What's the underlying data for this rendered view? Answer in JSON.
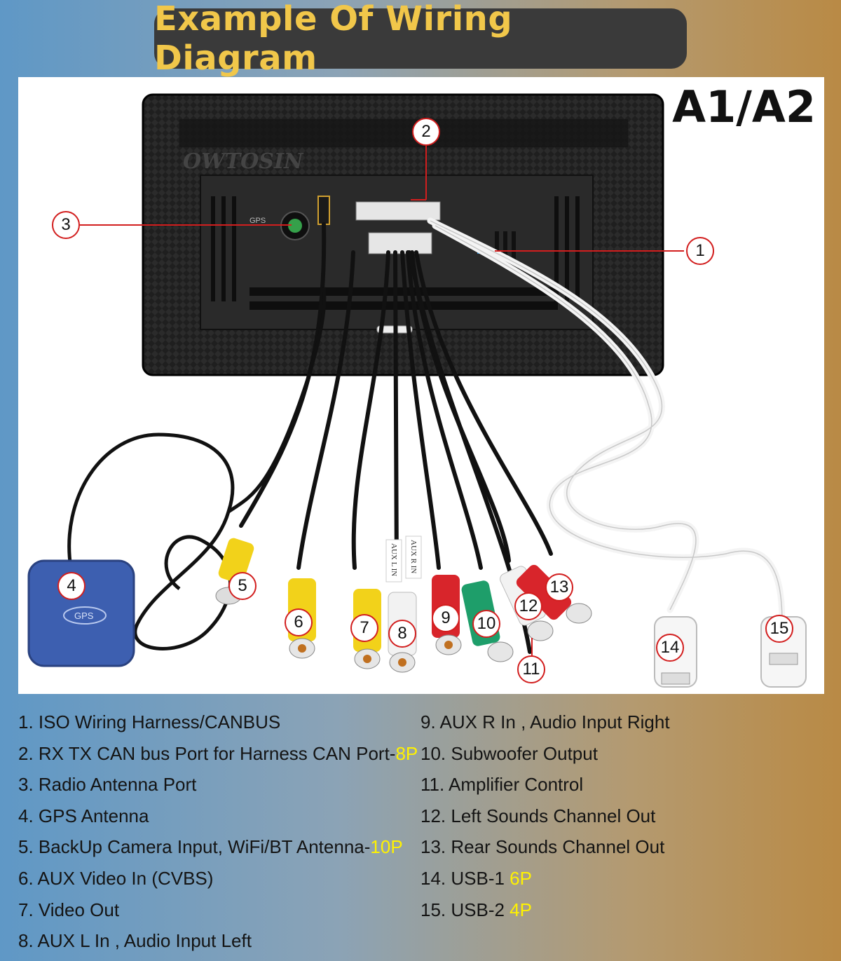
{
  "title": "Example Of Wiring Diagram",
  "model": "A1/A2",
  "brand_logo": "OWTOSIN",
  "callouts": [
    "1",
    "2",
    "3",
    "4",
    "5",
    "6",
    "7",
    "8",
    "9",
    "10",
    "11",
    "12",
    "13",
    "14",
    "15"
  ],
  "cable_labels": {
    "gps_module": "GPS",
    "gps_port": "GPS",
    "aux_l": "AUX L IN",
    "aux_r": "AUX R IN"
  },
  "legend_left": [
    {
      "text": "1. ISO Wiring Harness/CANBUS",
      "highlight": ""
    },
    {
      "text": "2. RX TX CAN bus Port for Harness CAN Port-",
      "highlight": "8P"
    },
    {
      "text": "3. Radio Antenna Port",
      "highlight": ""
    },
    {
      "text": "4. GPS Antenna",
      "highlight": ""
    },
    {
      "text": "5. BackUp Camera Input, WiFi/BT Antenna-",
      "highlight": "10P"
    },
    {
      "text": "6. AUX Video In (CVBS)",
      "highlight": ""
    },
    {
      "text": "7. Video Out",
      "highlight": ""
    },
    {
      "text": "8. AUX L In , Audio Input Left",
      "highlight": ""
    }
  ],
  "legend_right": [
    {
      "text": "9. AUX R In , Audio Input Right",
      "highlight": ""
    },
    {
      "text": "10. Subwoofer Output",
      "highlight": ""
    },
    {
      "text": "11. Amplifier Control",
      "highlight": ""
    },
    {
      "text": "12. Left  Sounds Channel Out",
      "highlight": ""
    },
    {
      "text": "13. Rear Sounds Channel Out",
      "highlight": ""
    },
    {
      "text": "14. USB-1 ",
      "highlight": "6P"
    },
    {
      "text": "15. USB-2 ",
      "highlight": "4P"
    }
  ],
  "colors": {
    "title_text": "#f1c74a",
    "title_bg": "#3a3a3a",
    "callout_ring": "#d21e1e",
    "highlight": "#fff200",
    "rca_yellow": "#f2d21a",
    "rca_red": "#d8252b",
    "rca_green": "#1e9e6a",
    "rca_white": "#f2f2f2",
    "gps_blue": "#3d5fb0"
  }
}
